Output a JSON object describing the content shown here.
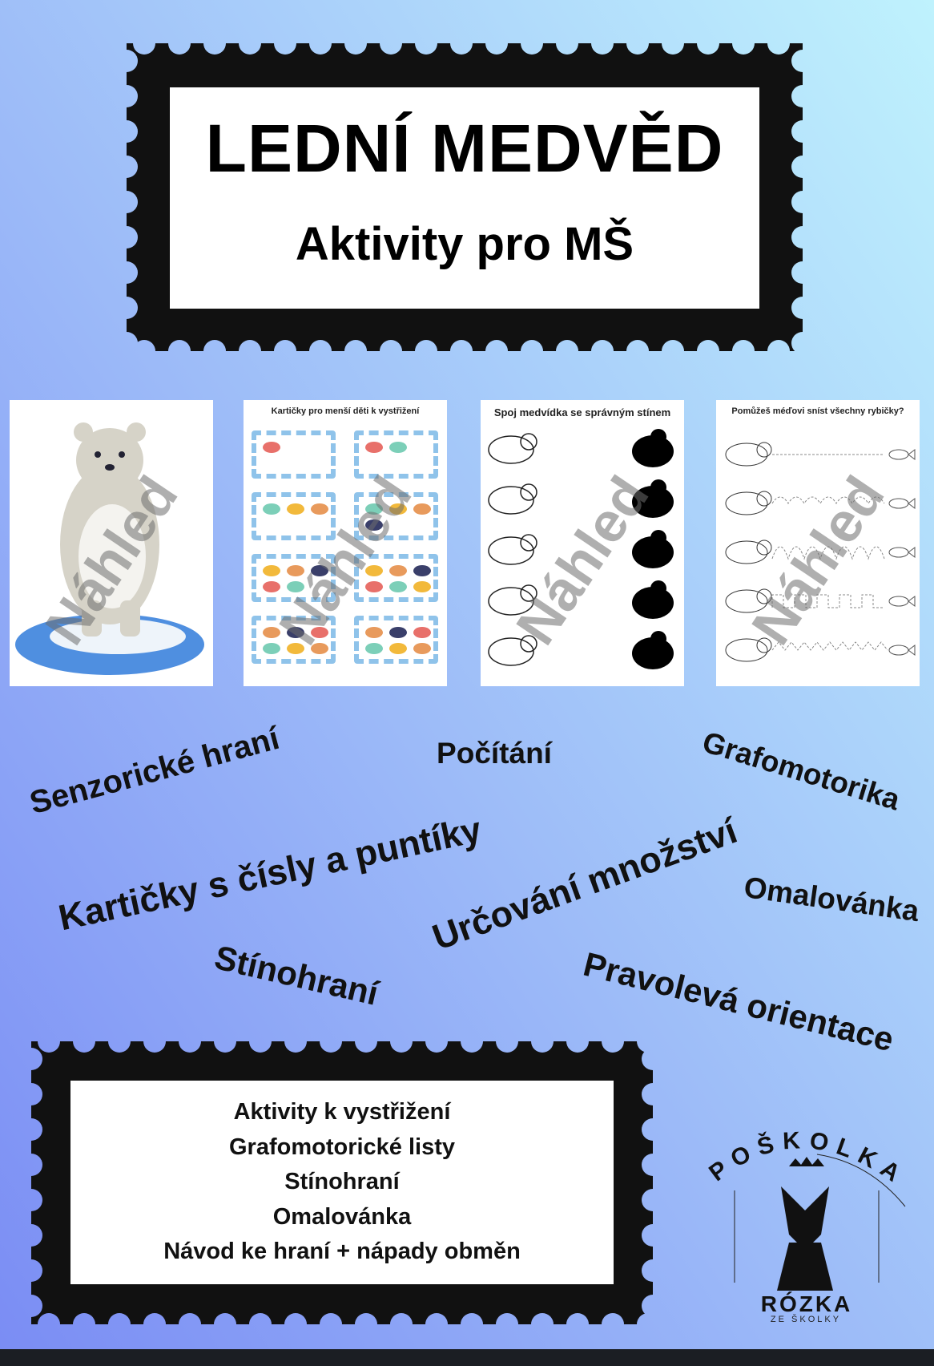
{
  "header": {
    "title": "LEDNÍ MEDVĚD",
    "subtitle": "Aktivity pro MŠ"
  },
  "previews": {
    "watermark": "Náhled",
    "cards_title": "Kartičky pro menší děti k vystřižení",
    "shadow_title": "Spoj medvídka se správným stínem",
    "trace_title": "Pomůžeš méďovi sníst všechny rybičky?"
  },
  "topics": [
    "Senzorické hraní",
    "Počítání",
    "Grafomotorika",
    "Kartičky s čísly a puntíky",
    "Určování množství",
    "Omalovánka",
    "Stínohraní",
    "Pravolevá orientace"
  ],
  "contents": [
    "Aktivity k vystřižení",
    "Grafomotorické listy",
    "Stínohraní",
    "Omalovánka",
    "Návod ke hraní + nápady obměn"
  ],
  "logo": {
    "top": "POŠKOLKA",
    "name": "RÓZKA",
    "sub": "ZE ŠKOLKY"
  },
  "colors": {
    "stamp": "#111111",
    "bg_top": "#bff2fd",
    "bg_bottom": "#7a8cf4"
  }
}
